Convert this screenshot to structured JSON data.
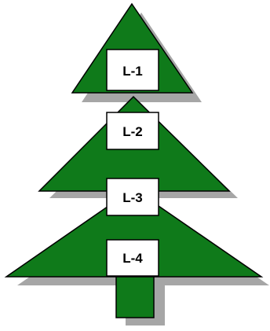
{
  "colors": {
    "tree_fill": "#0f7a1a",
    "outline": "#000000",
    "shadow": "#a6a6a6",
    "label_fill": "#ffffff"
  },
  "levels": [
    {
      "label": "L-1"
    },
    {
      "label": "L-2"
    },
    {
      "label": "L-3"
    },
    {
      "label": "L-4"
    }
  ]
}
